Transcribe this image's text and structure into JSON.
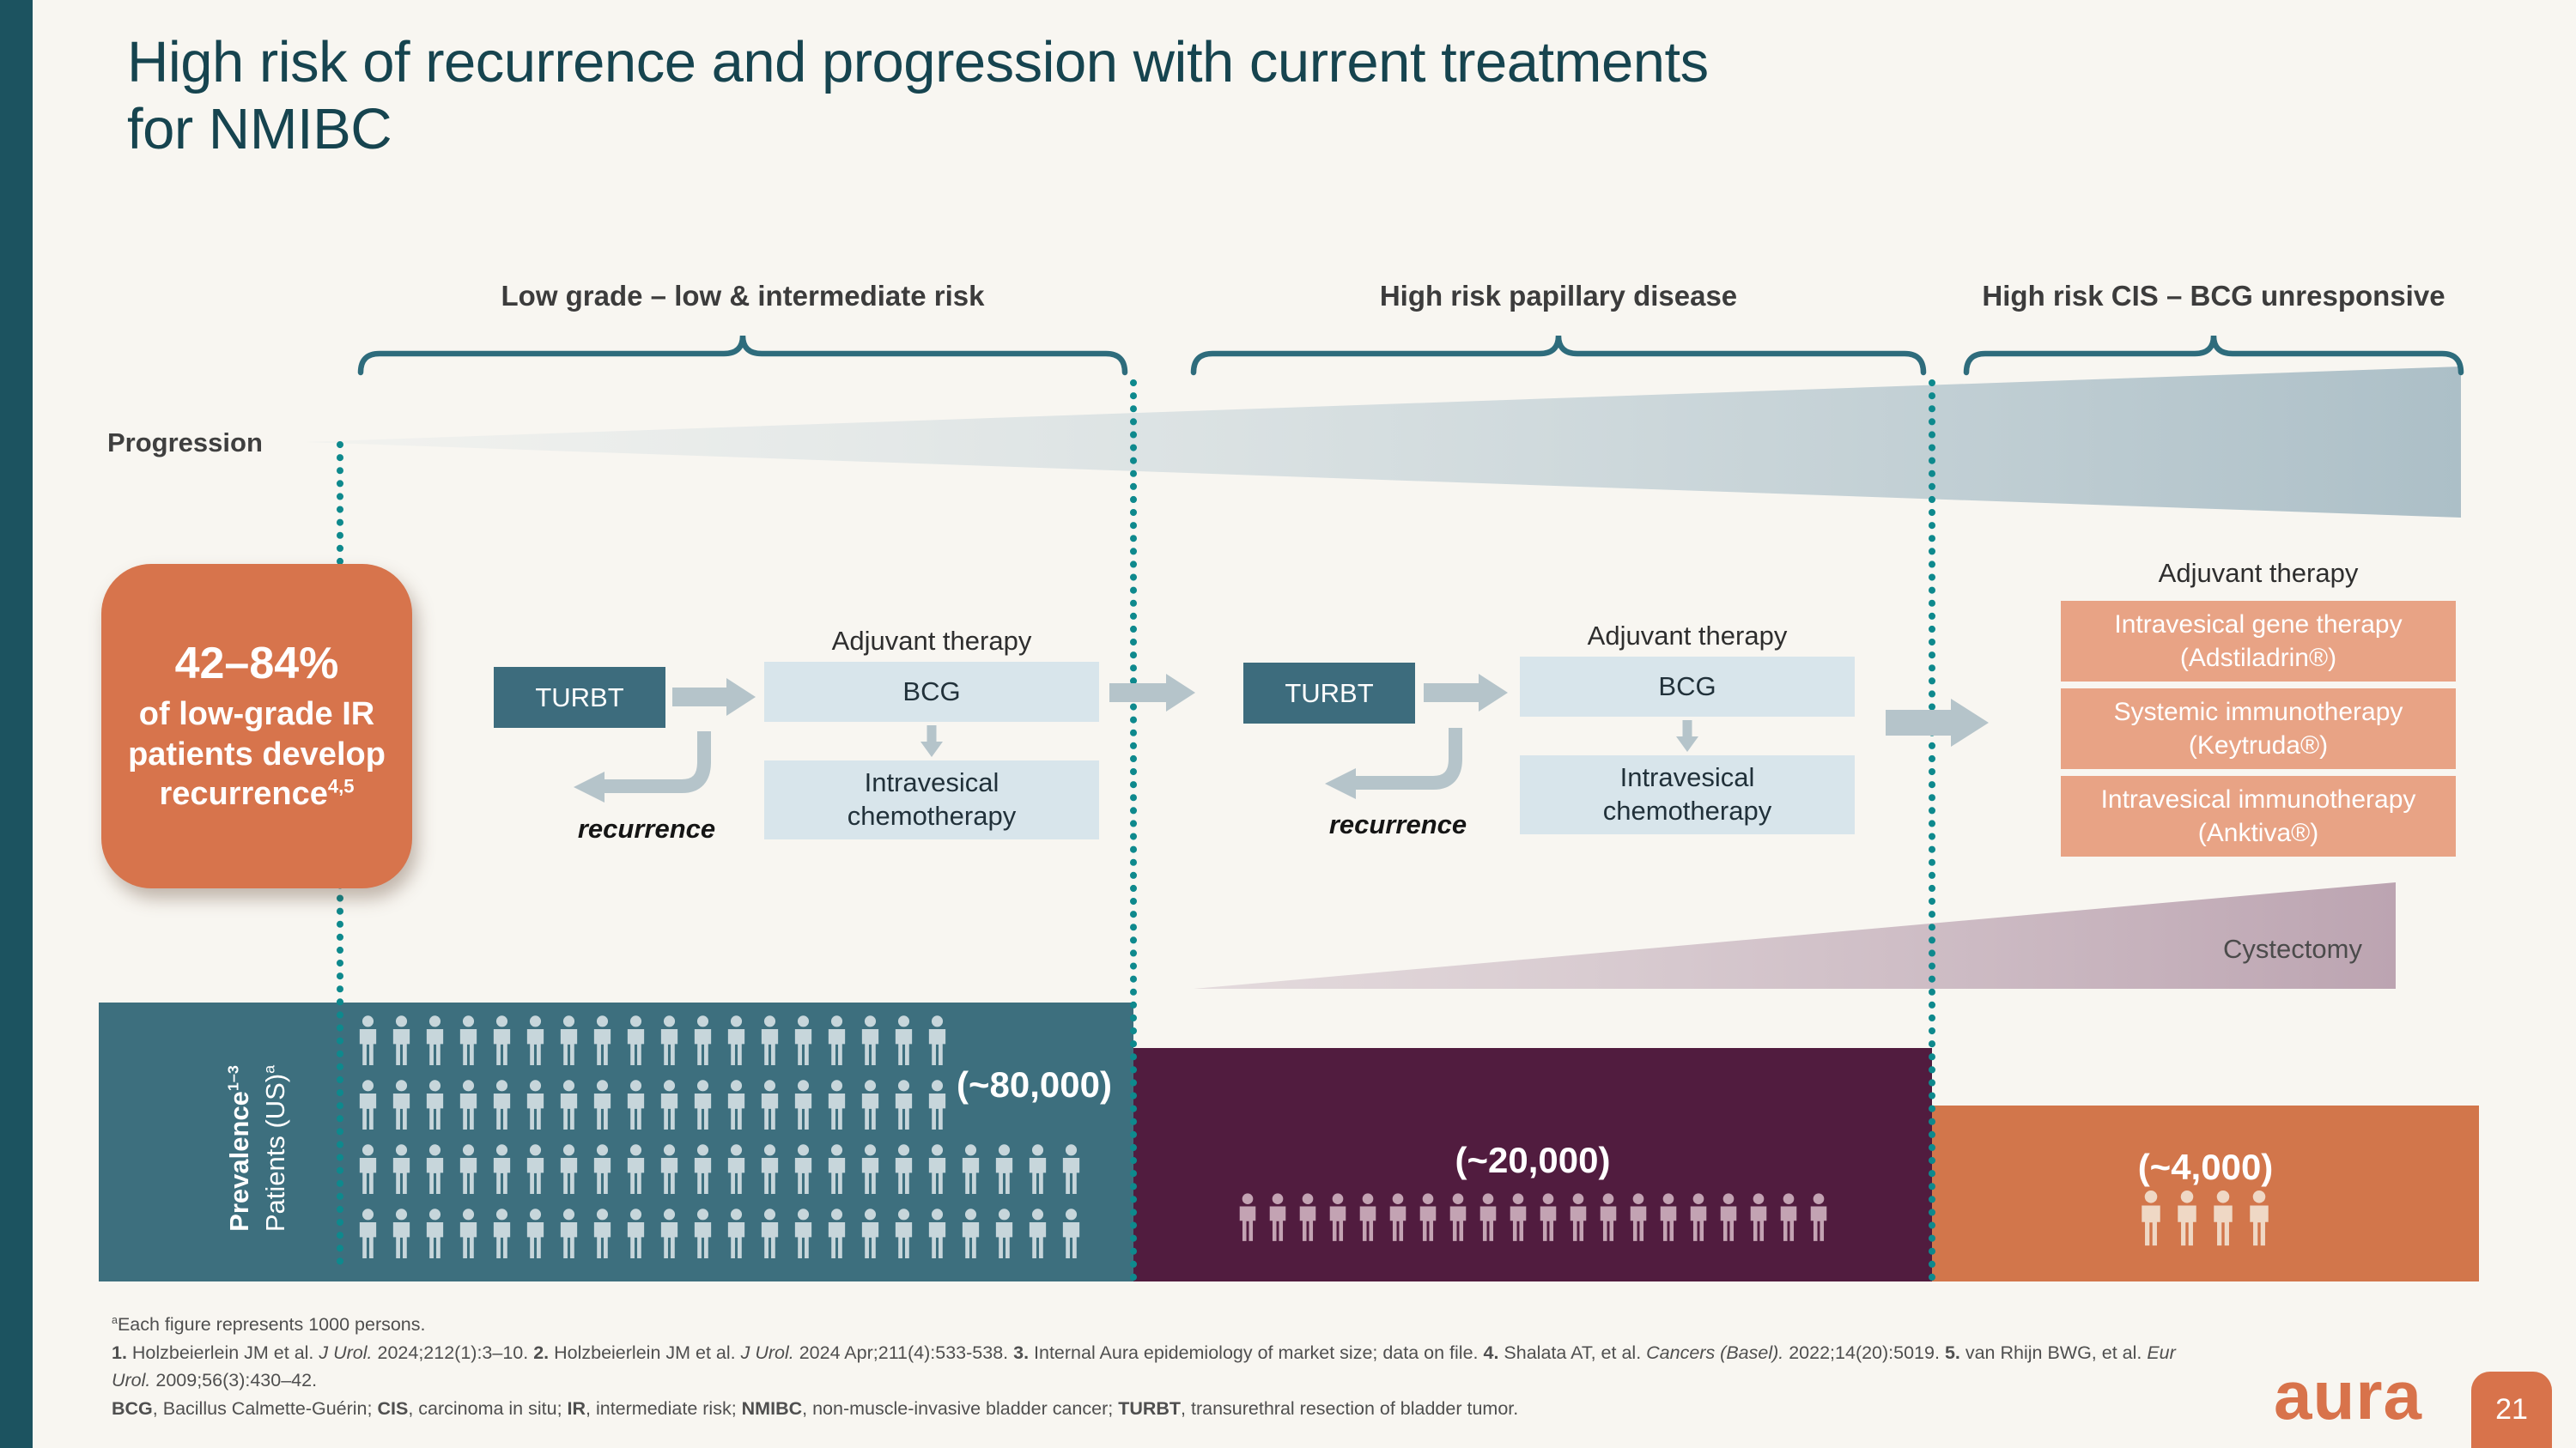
{
  "slide": {
    "title_line1": "High risk of recurrence and progression with current treatments",
    "title_line2": "for NMIBC",
    "page_number": "21",
    "logo_text": "aura"
  },
  "sections": [
    {
      "label": "Low grade – low & intermediate risk"
    },
    {
      "label": "High risk papillary disease"
    },
    {
      "label": "High risk CIS – BCG unresponsive"
    }
  ],
  "progression": {
    "label": "Progression"
  },
  "cystectomy": {
    "label": "Cystectomy"
  },
  "callout": {
    "stat": "42–84%",
    "body": [
      {
        "t": "of low-grade IR patients develop recurrence"
      },
      {
        "t": "4,5",
        "s": 1
      }
    ]
  },
  "pathway1": {
    "adjuvant_label": "Adjuvant therapy",
    "turbt": "TURBT",
    "bcg": "BCG",
    "chemo": "Intravesical chemotherapy",
    "recurrence": "recurrence"
  },
  "pathway2": {
    "adjuvant_label": "Adjuvant therapy",
    "turbt": "TURBT",
    "bcg": "BCG",
    "chemo": "Intravesical chemotherapy",
    "recurrence": "recurrence"
  },
  "pathway3": {
    "adjuvant_label": "Adjuvant therapy",
    "therapies": [
      {
        "line1": "Intravesical gene therapy",
        "line2": "(Adstiladrin®)"
      },
      {
        "line1": "Systemic immunotherapy",
        "line2": "(Keytruda®)"
      },
      {
        "line1": "Intravesical immunotherapy",
        "line2": "(Anktiva®)"
      }
    ]
  },
  "prevalence": {
    "axis_line1": [
      {
        "t": "Prevalence",
        "b": 1
      },
      {
        "t": "1–3",
        "b": 1,
        "s": 1
      }
    ],
    "axis_line2": [
      {
        "t": "Patients (US)"
      },
      {
        "t": "a",
        "s": 1
      }
    ],
    "unit_note": "Each figure represents 1000 persons",
    "bars": [
      {
        "name": "low-grade-low-and-intermediate-risk",
        "value_label": "(~80,000)",
        "approx_value": 80000,
        "icon_count": 80,
        "rows": [
          18,
          18,
          22,
          22
        ],
        "color": "#3D6F7E"
      },
      {
        "name": "high-risk-papillary-disease",
        "value_label": "(~20,000)",
        "approx_value": 20000,
        "icon_count": 20,
        "rows": [
          20
        ],
        "color": "#511C3F"
      },
      {
        "name": "high-risk-cis-bcg-unresponsive",
        "value_label": "(~4,000)",
        "approx_value": 4000,
        "icon_count": 4,
        "rows": [
          4
        ],
        "color": "#D2764B"
      }
    ]
  },
  "footnotes": {
    "line1": [
      {
        "t": "a",
        "s": 1
      },
      {
        "t": "Each figure represents 1000 persons."
      }
    ],
    "line2": [
      {
        "t": "1. ",
        "b": 1
      },
      {
        "t": "Holzbeierlein JM et al. "
      },
      {
        "t": "J Urol.",
        "i": 1
      },
      {
        "t": " 2024;212(1):3–10. "
      },
      {
        "t": "2. ",
        "b": 1
      },
      {
        "t": "Holzbeierlein JM et al. "
      },
      {
        "t": "J Urol.",
        "i": 1
      },
      {
        "t": " 2024 Apr;211(4):533-538. "
      },
      {
        "t": "3. ",
        "b": 1
      },
      {
        "t": "Internal Aura epidemiology of market size; data on file. "
      },
      {
        "t": "4. ",
        "b": 1
      },
      {
        "t": "Shalata AT, et al. "
      },
      {
        "t": "Cancers (Basel).",
        "i": 1
      },
      {
        "t": " 2022;14(20):5019. "
      },
      {
        "t": "5. ",
        "b": 1
      },
      {
        "t": "van Rhijn BWG, et al. "
      },
      {
        "t": "Eur Urol.",
        "i": 1
      },
      {
        "t": " 2009;56(3):430–42."
      }
    ],
    "line4": [
      {
        "t": "BCG",
        "b": 1
      },
      {
        "t": ", Bacillus Calmette-Guérin; "
      },
      {
        "t": "CIS",
        "b": 1
      },
      {
        "t": ", carcinoma in situ; "
      },
      {
        "t": "IR",
        "b": 1
      },
      {
        "t": ", intermediate risk; "
      },
      {
        "t": "NMIBC",
        "b": 1
      },
      {
        "t": ", non-muscle-invasive bladder cancer; "
      },
      {
        "t": "TURBT",
        "b": 1
      },
      {
        "t": ", transurethral resection of bladder tumor."
      }
    ]
  },
  "colors": {
    "background": "#F8F6F1",
    "edge_strip": "#1C5360",
    "title": "#16444F",
    "accent_orange": "#D7744C",
    "salmon_box": "#E8A385",
    "teal_box": "#3D6C7D",
    "light_blue_box": "#D8E5EB",
    "arrow_gray": "#B5C4CA",
    "brace_teal": "#2E6C7C",
    "dotted_teal": "#0E898D",
    "bar_teal": "#3D6F7E",
    "bar_plum": "#511C3F",
    "bar_orange": "#D2764B",
    "progression_wedge": "#ACBFC7",
    "cystectomy_wedge": "#BCA4B1"
  }
}
